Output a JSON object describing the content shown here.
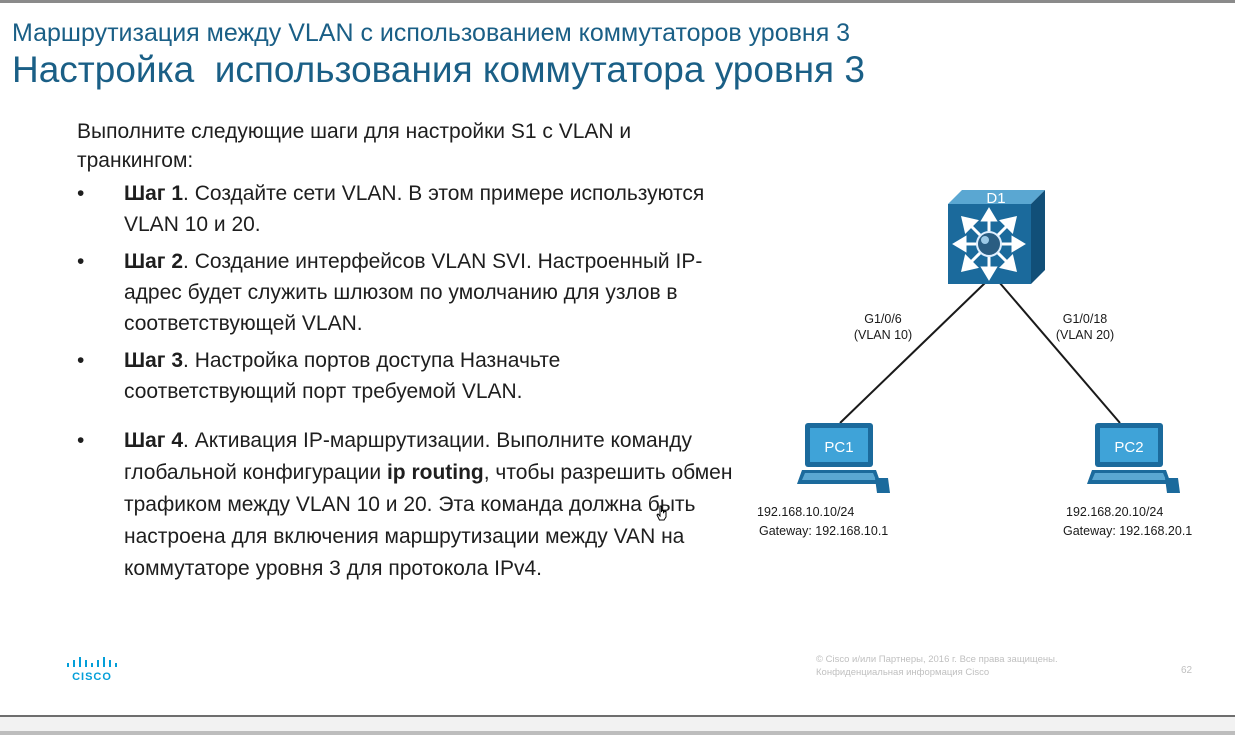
{
  "header": {
    "subtitle": "Маршрутизация между VLAN с использованием коммутаторов уровня 3",
    "title": "Настройка  использования коммутатора уровня 3"
  },
  "intro": "Выполните следующие шаги для настройки S1 с VLAN и транкингом:",
  "steps": [
    {
      "bullet": "•",
      "label": "Шаг 1",
      "text": ". Создайте сети VLAN. В этом примере используются VLAN 10 и 20."
    },
    {
      "bullet": "•",
      "label": "Шаг 2",
      "text": ". Создание интерфейсов VLAN SVI. Настроенный IP-адрес будет служить шлюзом по умолчанию для узлов в соответствующей VLAN."
    },
    {
      "bullet": "•",
      "label": "Шаг 3",
      "text": ". Настройка портов доступа Назначьте соответствующий порт требуемой VLAN."
    },
    {
      "bullet": "•",
      "label": "Шаг 4",
      "text_before": ". Активация IP-маршрутизации.  Выполните команду глобальной конфигурации ",
      "command": "ip routing",
      "text_after": ", чтобы разрешить обмен трафиком между VLAN 10 и 20. Эта команда должна быть настроена для включения маршрутизации между VAN на коммутаторе уровня 3 для протокола IPv4."
    }
  ],
  "diagram": {
    "switch": {
      "name": "D1",
      "icon": "multilayer-switch-icon"
    },
    "links": [
      {
        "port": "G1/0/6",
        "vlan": "(VLAN 10)"
      },
      {
        "port": "G1/0/18",
        "vlan": "(VLAN 20)"
      }
    ],
    "hosts": [
      {
        "name": "PC1",
        "ip": "192.168.10.10/24",
        "gateway": "Gateway: 192.168.10.1",
        "icon": "pc-icon"
      },
      {
        "name": "PC2",
        "ip": "192.168.20.10/24",
        "gateway": "Gateway: 192.168.20.1",
        "icon": "pc-icon"
      }
    ]
  },
  "footer": {
    "logo_text": "CISCO",
    "copyright_line1": "© Cisco и/или Партнеры, 2016 г. Все права защищены.",
    "copyright_line2": "Конфиденциальная информация Cisco",
    "page_number": "62"
  },
  "colors": {
    "title": "#1a5f86",
    "body_text": "#1e1e1e",
    "device_blue": "#1b6a9c",
    "device_screen": "#3fa3d8",
    "logo": "#049fd9"
  }
}
